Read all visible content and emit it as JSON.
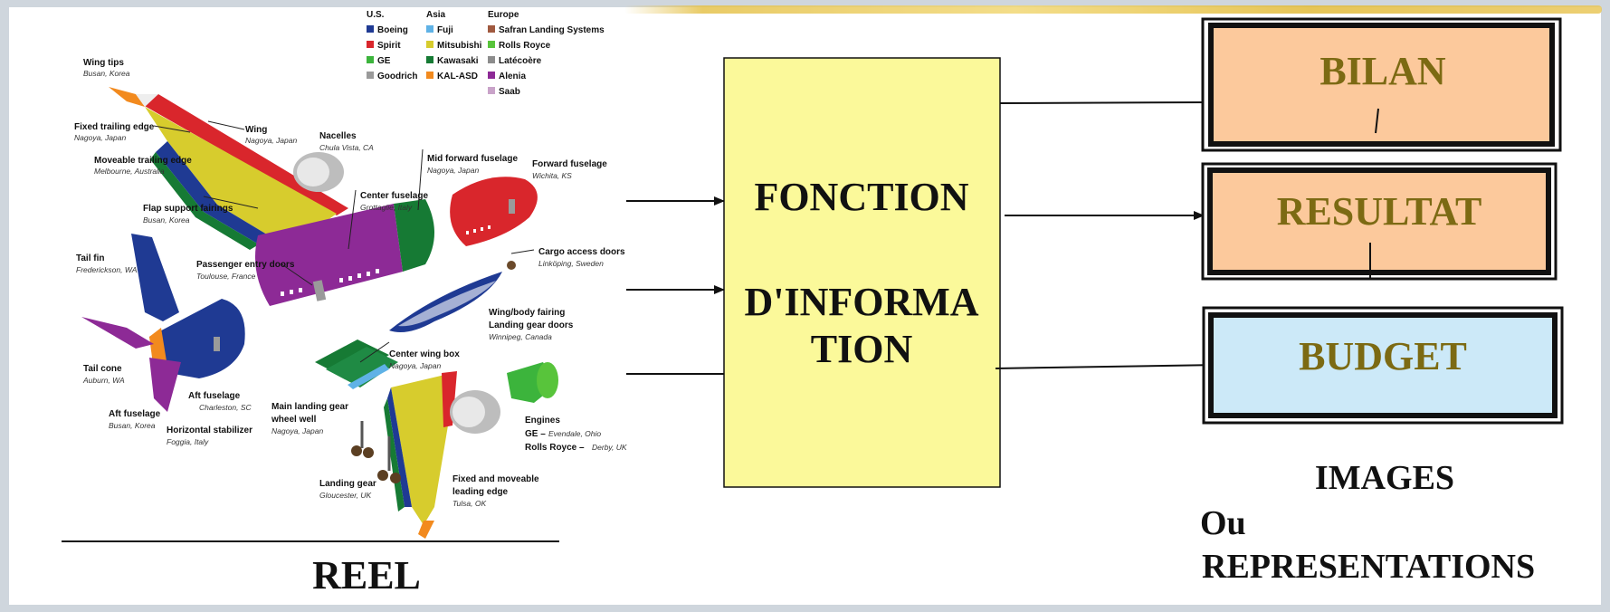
{
  "legend": {
    "groups": [
      {
        "heading": "U.S.",
        "items": [
          {
            "label": "Boeing",
            "color": "#1f3a93"
          },
          {
            "label": "Spirit",
            "color": "#d9262c"
          },
          {
            "label": "GE",
            "color": "#3cb43c"
          },
          {
            "label": "Goodrich",
            "color": "#9a9a9a"
          }
        ]
      },
      {
        "heading": "Asia",
        "items": [
          {
            "label": "Fuji",
            "color": "#5fb2e6"
          },
          {
            "label": "Mitsubishi",
            "color": "#d7cc2d"
          },
          {
            "label": "Kawasaki",
            "color": "#167a34"
          },
          {
            "label": "KAL-ASD",
            "color": "#f28a1e"
          }
        ]
      },
      {
        "heading": "Europe",
        "items": [
          {
            "label": "Safran Landing Systems",
            "color": "#a0593f"
          },
          {
            "label": "Rolls Royce",
            "color": "#58c43b"
          },
          {
            "label": "Latécoère",
            "color": "#8c8c8c"
          },
          {
            "label": "Alenia",
            "color": "#8d2a96"
          },
          {
            "label": "Saab",
            "color": "#c9a3c9"
          }
        ]
      }
    ]
  },
  "parts": [
    {
      "id": "wing-tips",
      "name": "Wing tips",
      "loc": "Busan, Korea"
    },
    {
      "id": "fixed-trailing-edge",
      "name": "Fixed trailing edge",
      "loc": "Nagoya, Japan"
    },
    {
      "id": "wing",
      "name": "Wing",
      "loc": "Nagoya, Japan"
    },
    {
      "id": "moveable-trailing-edge",
      "name": "Moveable trailing edge",
      "loc": "Melbourne, Australia"
    },
    {
      "id": "nacelles",
      "name": "Nacelles",
      "loc": "Chula Vista, CA"
    },
    {
      "id": "mid-forward-fuselage",
      "name": "Mid forward fuselage",
      "loc": "Nagoya, Japan"
    },
    {
      "id": "forward-fuselage",
      "name": "Forward fuselage",
      "loc": "Wichita, KS"
    },
    {
      "id": "center-fuselage",
      "name": "Center fuselage",
      "loc": "Grottaglie, Italy"
    },
    {
      "id": "flap-support-fairings",
      "name": "Flap support fairings",
      "loc": "Busan, Korea"
    },
    {
      "id": "cargo-access-doors",
      "name": "Cargo access doors",
      "loc": "Linköping, Sweden"
    },
    {
      "id": "tail-fin",
      "name": "Tail fin",
      "loc": "Frederickson, WA"
    },
    {
      "id": "passenger-entry-doors",
      "name": "Passenger entry doors",
      "loc": "Toulouse, France"
    },
    {
      "id": "wing-body-fairing",
      "name": "Wing/body fairing",
      "loc": ""
    },
    {
      "id": "landing-gear-doors",
      "name": "Landing gear doors",
      "loc": "Winnipeg, Canada"
    },
    {
      "id": "tail-cone",
      "name": "Tail cone",
      "loc": "Auburn, WA"
    },
    {
      "id": "center-wing-box",
      "name": "Center wing box",
      "loc": "Nagoya, Japan"
    },
    {
      "id": "aft-fuselage",
      "name": "Aft fuselage",
      "loc": "Charleston, SC"
    },
    {
      "id": "aft-fuselage-2",
      "name": "Aft fuselage",
      "loc": "Busan, Korea"
    },
    {
      "id": "horizontal-stabilizer",
      "name": "Horizontal stabilizer",
      "loc": "Foggia, Italy"
    },
    {
      "id": "main-landing-gear-wheel-well",
      "name": "Main landing gear",
      "name2": "wheel well",
      "loc": "Nagoya, Japan"
    },
    {
      "id": "engines",
      "name": "Engines",
      "ge": "GE –",
      "ge_loc": "Evendale, Ohio",
      "rr": "Rolls Royce –",
      "rr_loc": "Derby, UK"
    },
    {
      "id": "landing-gear",
      "name": "Landing gear",
      "loc": "Gloucester, UK"
    },
    {
      "id": "fixed-moveable-leading-edge",
      "name": "Fixed and moveable",
      "name2": "leading edge",
      "loc": "Tulsa, OK"
    }
  ],
  "reel_label": "REEL",
  "function_box": {
    "line1": "FONCTION",
    "line2": "D'INFORMA",
    "line3": "TION",
    "fill": "#fbf99a"
  },
  "outputs": [
    {
      "label": "BILAN",
      "fill": "#fcc99c"
    },
    {
      "label": "RESULTAT",
      "fill": "#fcc99c"
    },
    {
      "label": "BUDGET",
      "fill": "#cce9f8"
    }
  ],
  "images_caption": {
    "line1": "IMAGES",
    "line2": "Ou",
    "line3": "REPRESENTATIONS"
  }
}
